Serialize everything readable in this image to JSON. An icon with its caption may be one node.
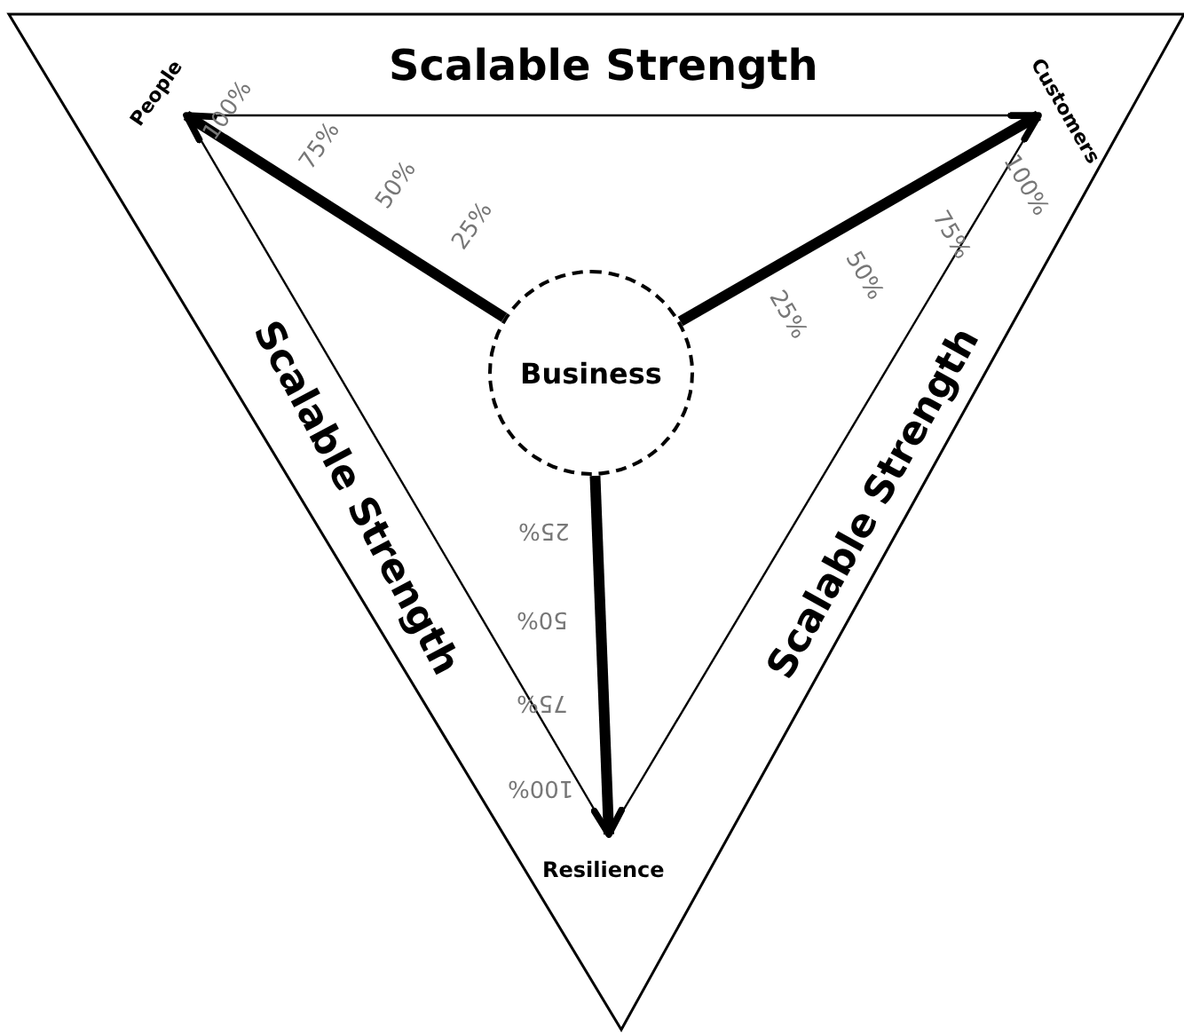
{
  "diagram": {
    "nodes": [
      {
        "text": [
          "People"
        ]
      },
      {
        "text": [
          "Customers"
        ]
      },
      {
        "text": [
          "Business"
        ]
      },
      {
        "text": [
          "Resilience"
        ]
      }
    ],
    "edges": [
      {
        "from": 2,
        "to": 0,
        "arrow": "to",
        "style": "thick"
      },
      {
        "from": 2,
        "to": 1,
        "arrow": "to",
        "style": "thick"
      },
      {
        "from": 2,
        "to": 3,
        "arrow": "to",
        "style": "thick"
      },
      {
        "from": 0,
        "to": 1,
        "arrow": "none"
      },
      {
        "from": 1,
        "to": 3,
        "arrow": "none"
      },
      {
        "from": 0,
        "to": 3,
        "arrow": "none"
      }
    ],
    "labels": [
      "Scalable Strength",
      "100%",
      "75%",
      "50%",
      "25%",
      "100%",
      "75%",
      "50%",
      "25%",
      "Scalable Strength",
      "Scalable Strength",
      "25%",
      "50%",
      "75%",
      "100%"
    ]
  }
}
